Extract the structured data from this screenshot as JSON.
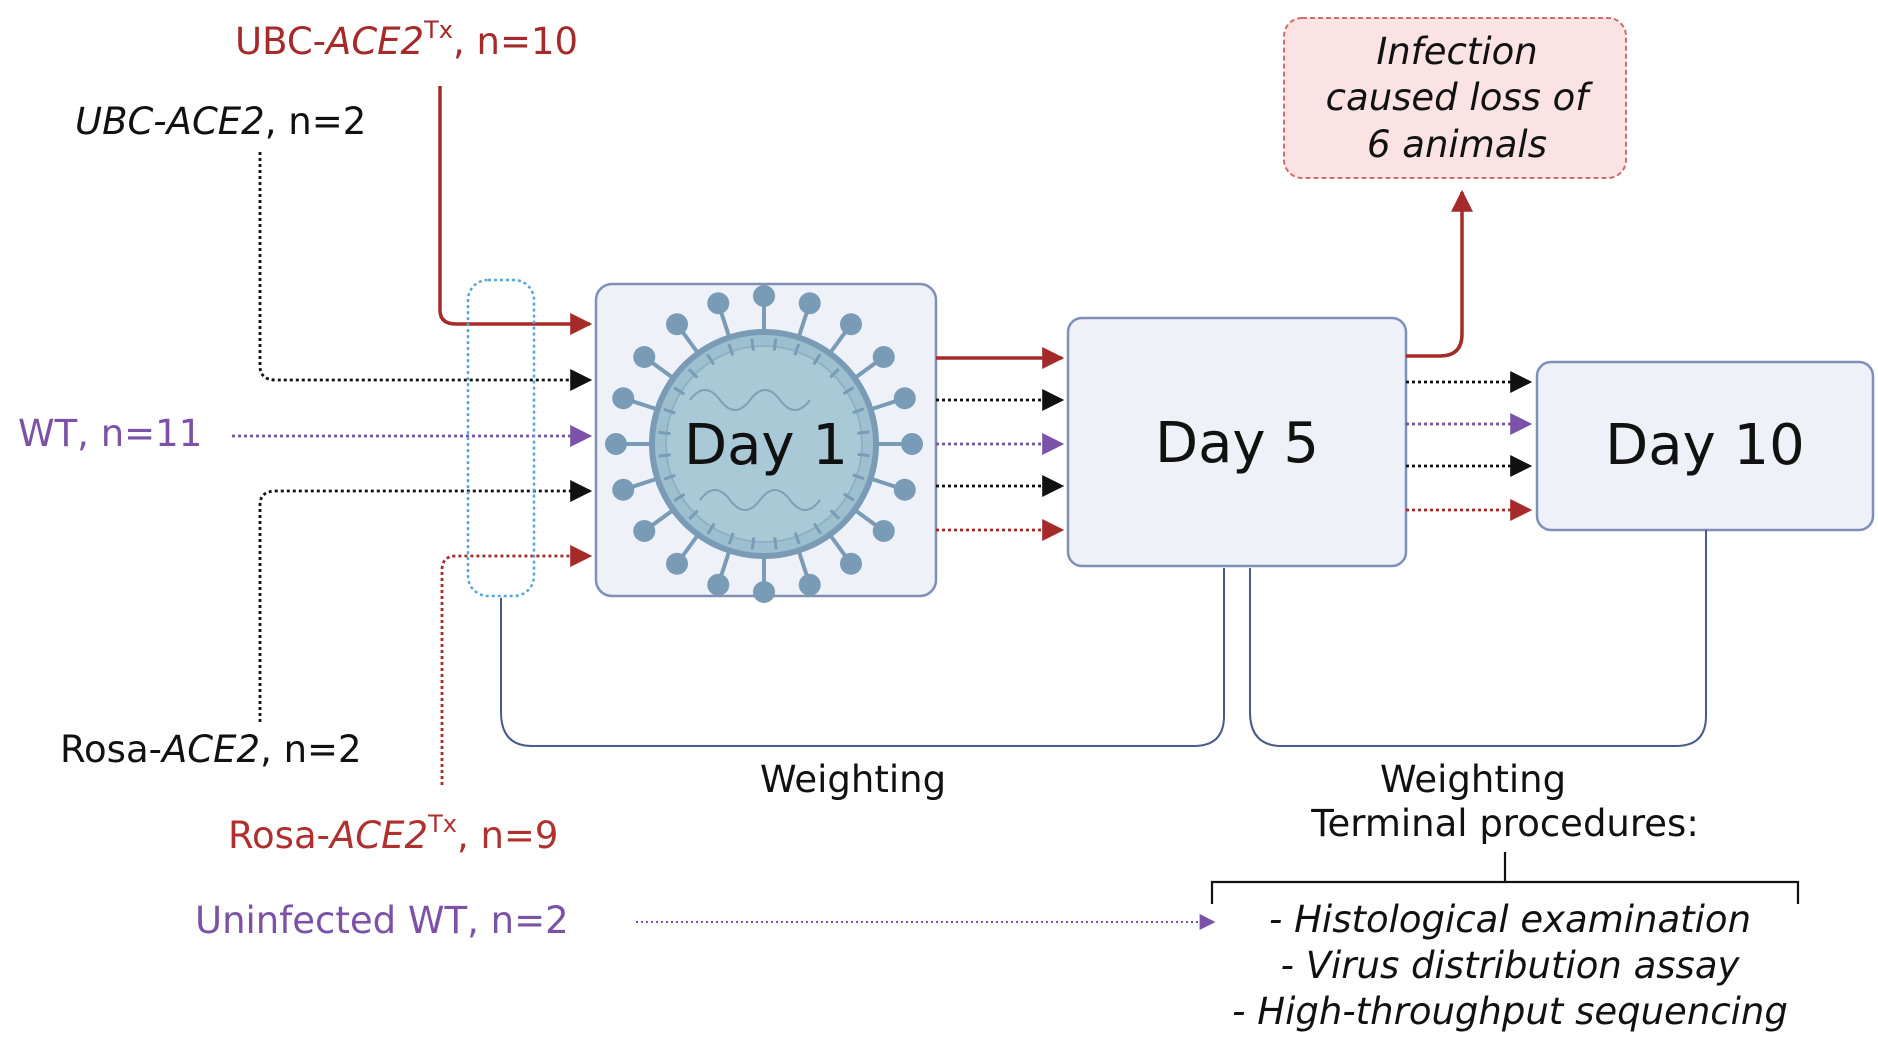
{
  "colors": {
    "red": "#a52a2a",
    "red_text": "#b03030",
    "purple": "#7b52a8",
    "black": "#111111",
    "box_fill": "#eef1f8",
    "box_stroke": "#7f8fb6",
    "virus": "#7a9bb6",
    "virus_light": "#9dbfcf",
    "note_fill": "#fbe3e3",
    "note_stroke": "#d46a6a",
    "blue_dotted": "#5aa5d6"
  },
  "groups": {
    "ubc_tx": {
      "prefix": "UBC-",
      "gene": "ACE2",
      "sup": "Tx",
      "suffix": ", n=10"
    },
    "ubc": {
      "gene": "UBC-ACE2",
      "suffix": ", n=2"
    },
    "wt": {
      "text": "WT, n=11"
    },
    "rosa": {
      "prefix": "Rosa-",
      "gene": "ACE2",
      "suffix": ", n=2"
    },
    "rosa_tx": {
      "prefix": "Rosa-",
      "gene": "ACE2",
      "sup": "Tx",
      "suffix": ", n=9"
    },
    "uninfected": {
      "text": "Uninfected WT, n=2"
    }
  },
  "days": {
    "day1": "Day 1",
    "day5": "Day 5",
    "day10": "Day 10"
  },
  "note": {
    "line1": "Infection",
    "line2": "caused loss of",
    "line3": "6 animals"
  },
  "weighting1": "Weighting",
  "weighting2": "Weighting",
  "terminal_title": "Terminal procedures:",
  "procedures": [
    "- Histological examination",
    "- Virus distribution assay",
    "- High-throughput sequencing"
  ],
  "icons": {
    "virus": "coronavirus-icon"
  }
}
